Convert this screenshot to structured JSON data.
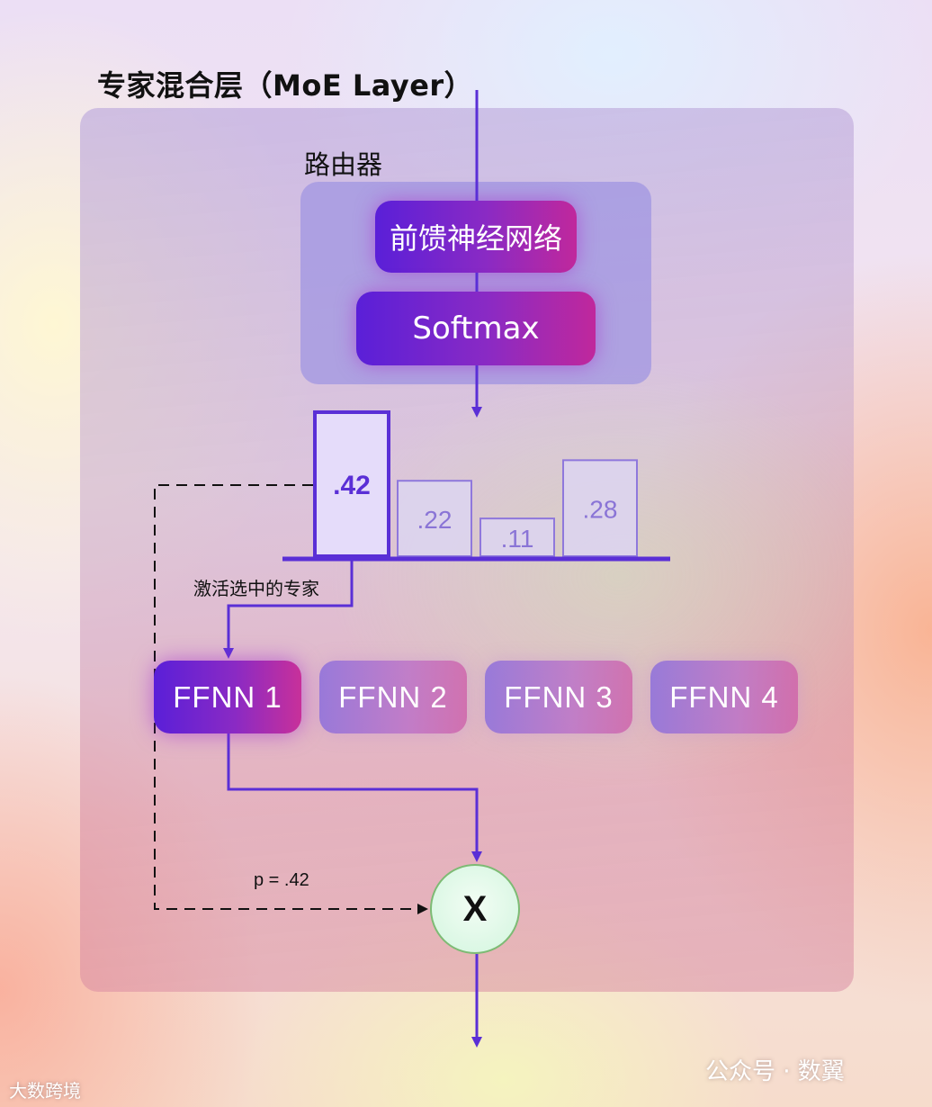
{
  "title": "专家混合层（MoE Layer）",
  "router": {
    "label": "路由器",
    "ffnn_label": "前馈神经网络",
    "softmax_label": "Softmax"
  },
  "chart_data": {
    "type": "bar",
    "categories": [
      "FFNN 1",
      "FFNN 2",
      "FFNN 3",
      "FFNN 4"
    ],
    "values": [
      0.42,
      0.22,
      0.11,
      0.28
    ],
    "value_labels": [
      ".42",
      ".22",
      ".11",
      ".28"
    ],
    "selected_index": 0
  },
  "activate_label": "激活选中的专家",
  "experts": [
    {
      "label": "FFNN 1",
      "active": true
    },
    {
      "label": "FFNN 2",
      "active": false
    },
    {
      "label": "FFNN 3",
      "active": false
    },
    {
      "label": "FFNN 4",
      "active": false
    }
  ],
  "probability_label": "p = .42",
  "multiply_symbol": "X",
  "colors": {
    "accent": "#5a2fd6",
    "bar_selected_fill": "#e5dcfa",
    "bar_fill": "#dcd4ee",
    "bar_text": "#8a74d6",
    "multiply_fill": "#d8f6e2",
    "multiply_border": "#7dbb74"
  },
  "watermarks": {
    "left": "大数跨境",
    "right": "公众号 · 数翼"
  }
}
